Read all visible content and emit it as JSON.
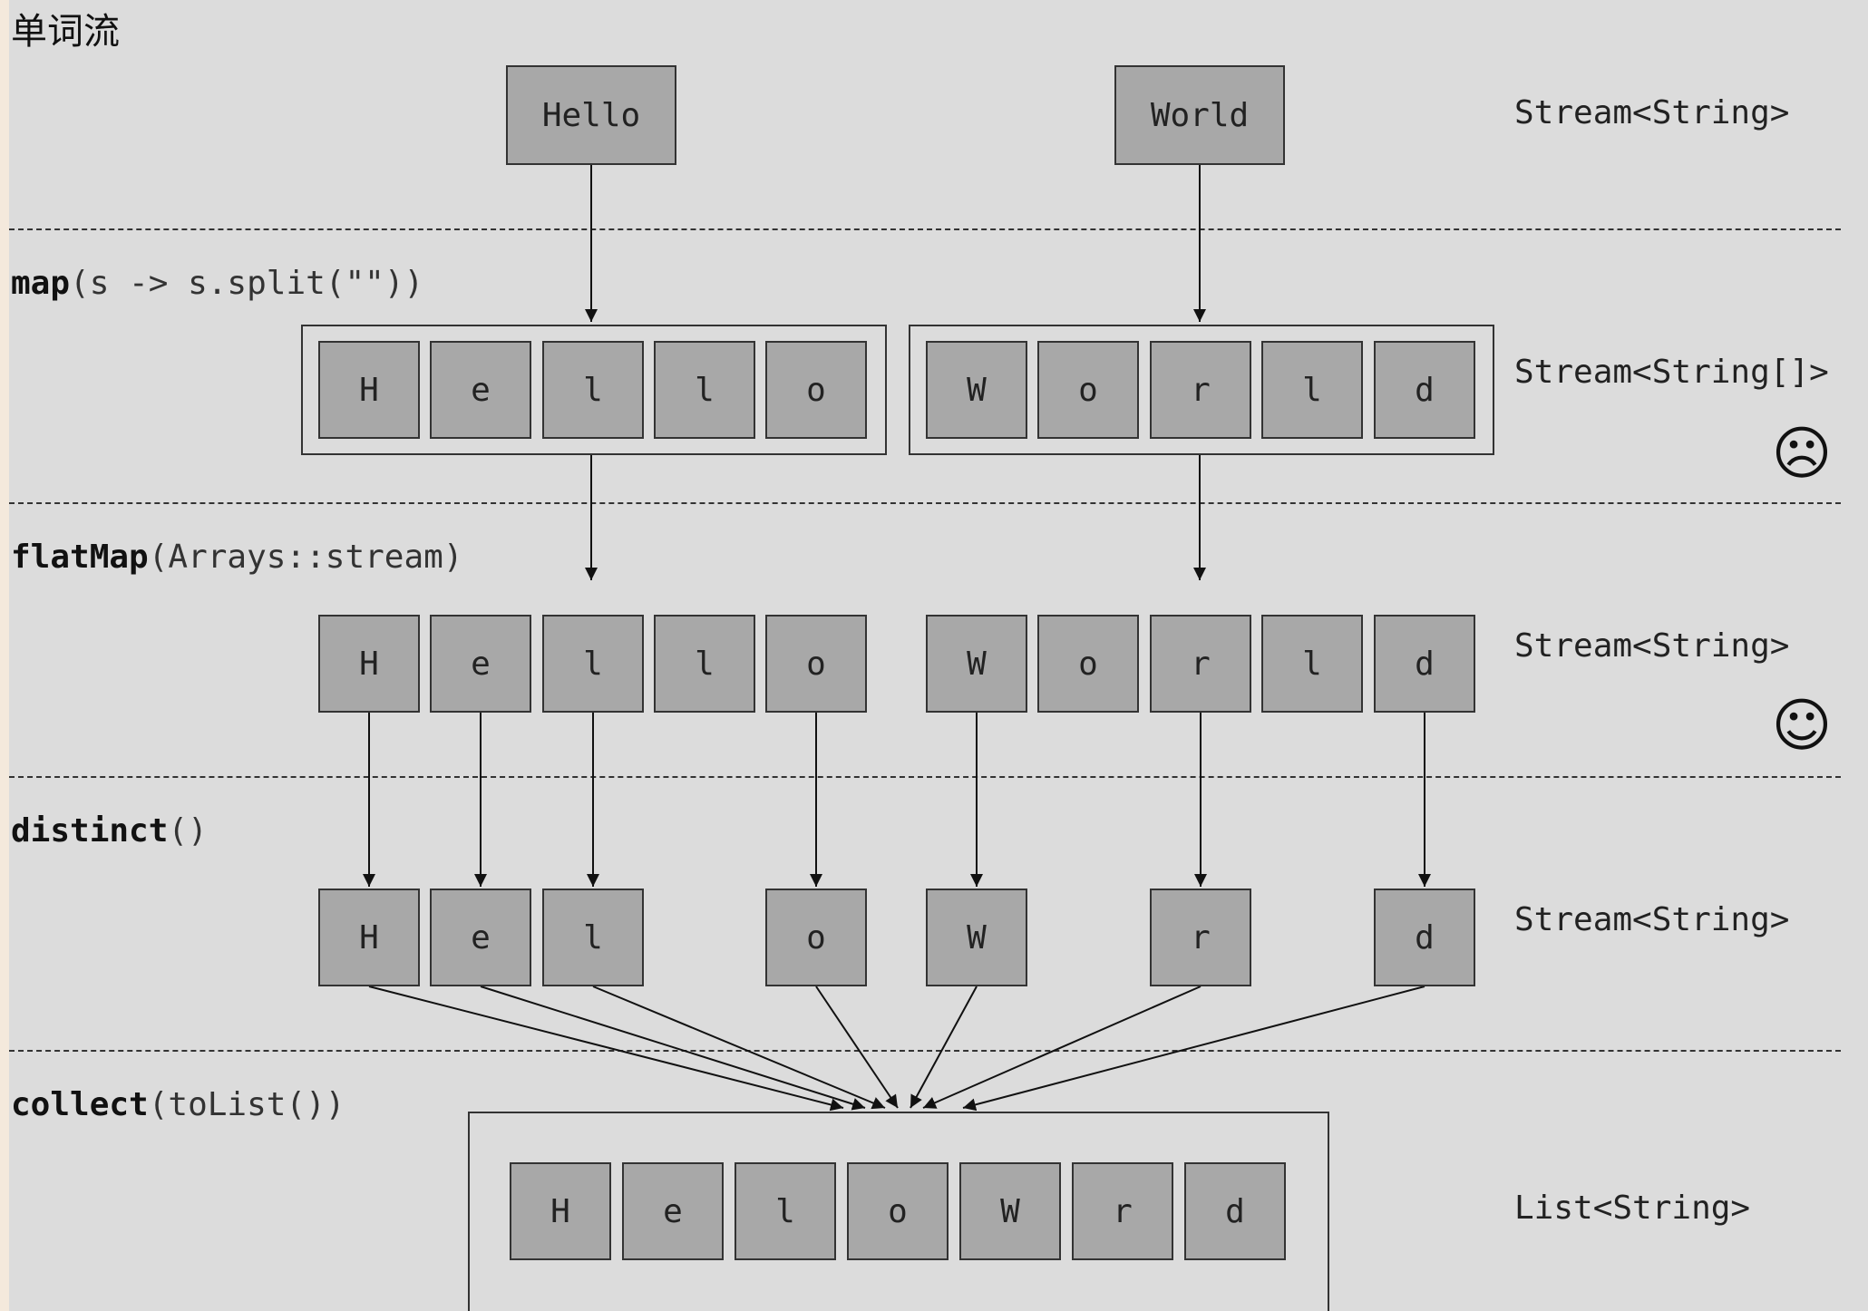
{
  "title": "单词流",
  "words": [
    "Hello",
    "World"
  ],
  "operations": {
    "map": {
      "name": "map",
      "args": "(s -> s.split(\"\"))"
    },
    "flatMap": {
      "name": "flatMap",
      "args": "(Arrays::stream)"
    },
    "distinct": {
      "name": "distinct",
      "args": "()"
    },
    "collect": {
      "name": "collect",
      "args": "(toList())"
    }
  },
  "types": {
    "words": "Stream<String>",
    "map": "Stream<String[]>",
    "flatMap": "Stream<String>",
    "distinct": "Stream<String>",
    "collect": "List<String>"
  },
  "faces": {
    "map": "☹",
    "flatMap": "☺"
  },
  "mapped_arrays": [
    [
      "H",
      "e",
      "l",
      "l",
      "o"
    ],
    [
      "W",
      "o",
      "r",
      "l",
      "d"
    ]
  ],
  "flat_chars": [
    "H",
    "e",
    "l",
    "l",
    "o",
    "W",
    "o",
    "r",
    "l",
    "d"
  ],
  "distinct_chars": [
    "H",
    "e",
    "l",
    "o",
    "W",
    "r",
    "d"
  ],
  "result_list": [
    "H",
    "e",
    "l",
    "o",
    "W",
    "r",
    "d"
  ]
}
